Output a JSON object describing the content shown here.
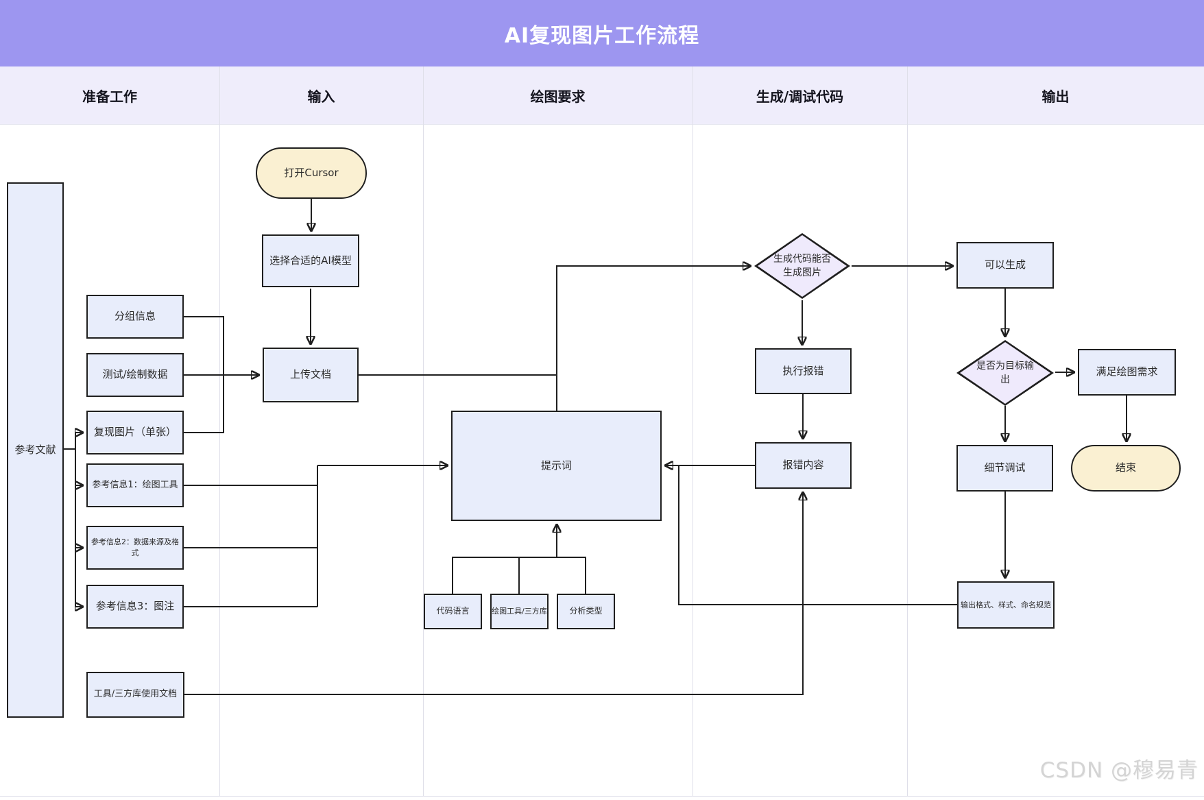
{
  "title": "AI复现图片工作流程",
  "lanes": [
    {
      "label": "准备工作"
    },
    {
      "label": "输入"
    },
    {
      "label": "绘图要求"
    },
    {
      "label": "生成/调试代码"
    },
    {
      "label": "输出"
    }
  ],
  "nodes": {
    "ref_doc": {
      "label": "参考文献"
    },
    "group_info": {
      "label": "分组信息"
    },
    "test_data": {
      "label": "测试/绘制数据"
    },
    "reproduce": {
      "label": "复现图片（单张）"
    },
    "ref1": {
      "label": "参考信息1：绘图工具"
    },
    "ref2": {
      "label": "参考信息2：数据来源及格式"
    },
    "ref3": {
      "label": "参考信息3：图注"
    },
    "tool_docs": {
      "label": "工具/三方库使用文档"
    },
    "open_cursor": {
      "label": "打开Cursor"
    },
    "select_model": {
      "label": "选择合适的AI模型"
    },
    "upload_doc": {
      "label": "上传文档"
    },
    "prompt": {
      "label": "提示词"
    },
    "code_lang": {
      "label": "代码语言"
    },
    "draw_lib": {
      "label": "绘图工具/三方库"
    },
    "analysis": {
      "label": "分析类型"
    },
    "gen_check": {
      "label": "生成代码能否\n生成图片"
    },
    "exec_error": {
      "label": "执行报错"
    },
    "error_content": {
      "label": "报错内容"
    },
    "can_generate": {
      "label": "可以生成"
    },
    "target_check": {
      "label": "是否为目标输\n出"
    },
    "detail_debug": {
      "label": "细节调试"
    },
    "meet_req": {
      "label": "满足绘图需求"
    },
    "end": {
      "label": "结束"
    },
    "output_format": {
      "label": "输出格式、样式、命名规范"
    }
  },
  "watermark": "CSDN @穆易青",
  "colors": {
    "purple": "#9D96F0",
    "header_bg": "#EFEDFB",
    "node_fill": "#E8EDFB",
    "diamond_fill": "#EFEAFC",
    "terminal_fill": "#FAF0D2",
    "border": "#1F1F1F",
    "lane_line": "#DFDFE9",
    "watermark": "#D4D4D4"
  }
}
